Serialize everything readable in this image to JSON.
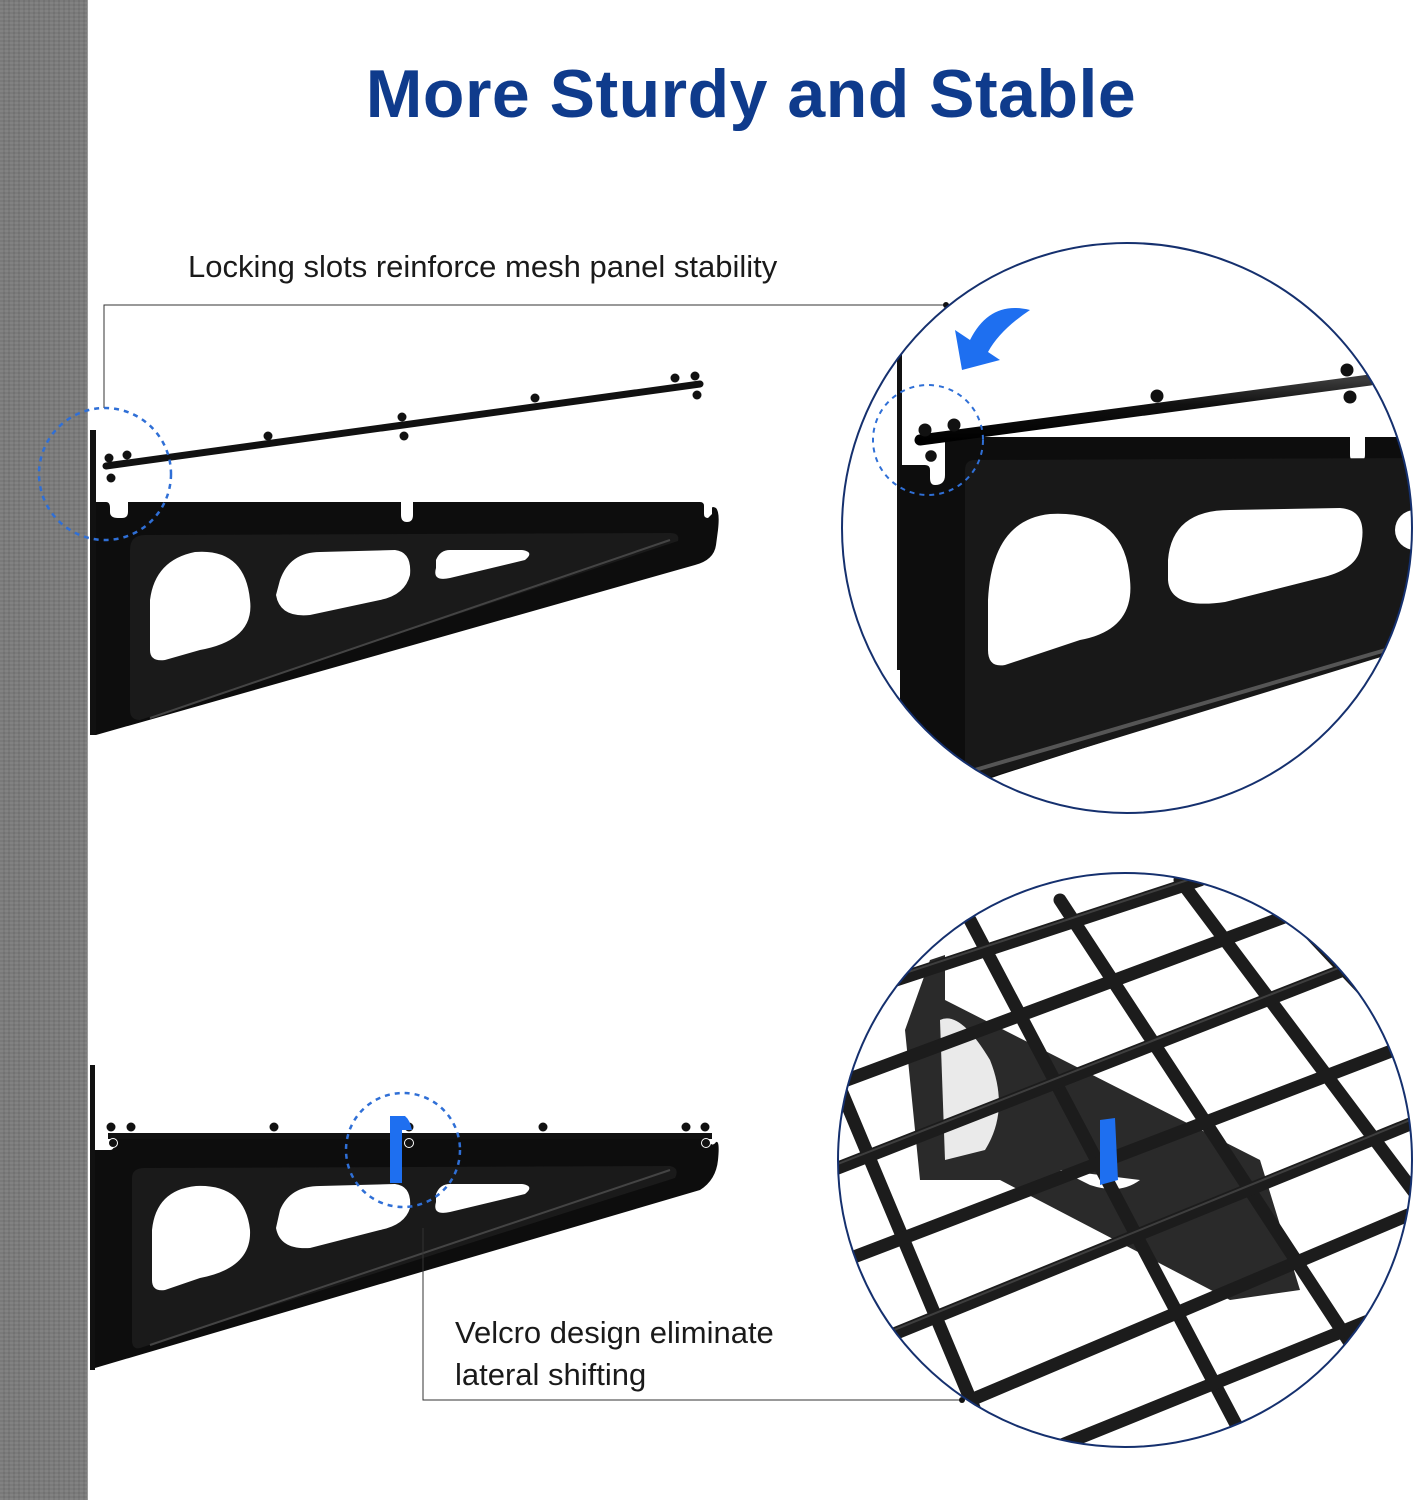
{
  "title": "More Sturdy and Stable",
  "callouts": [
    {
      "text": "Locking slots reinforce mesh panel stability",
      "feature": "locking-slots"
    },
    {
      "text_line1": "Velcro design eliminate",
      "text_line2": "lateral shifting",
      "feature": "velcro-strap"
    }
  ],
  "colors": {
    "title": "#0f3b8c",
    "accent_blue": "#1e6ff0",
    "dashed_highlight": "#2f6fd6",
    "zoom_circle_border": "#15306e",
    "wall": "#7a7a7a",
    "bracket": "#111111"
  },
  "icons": {
    "rotate_arrow": "curved-arrow-icon"
  }
}
